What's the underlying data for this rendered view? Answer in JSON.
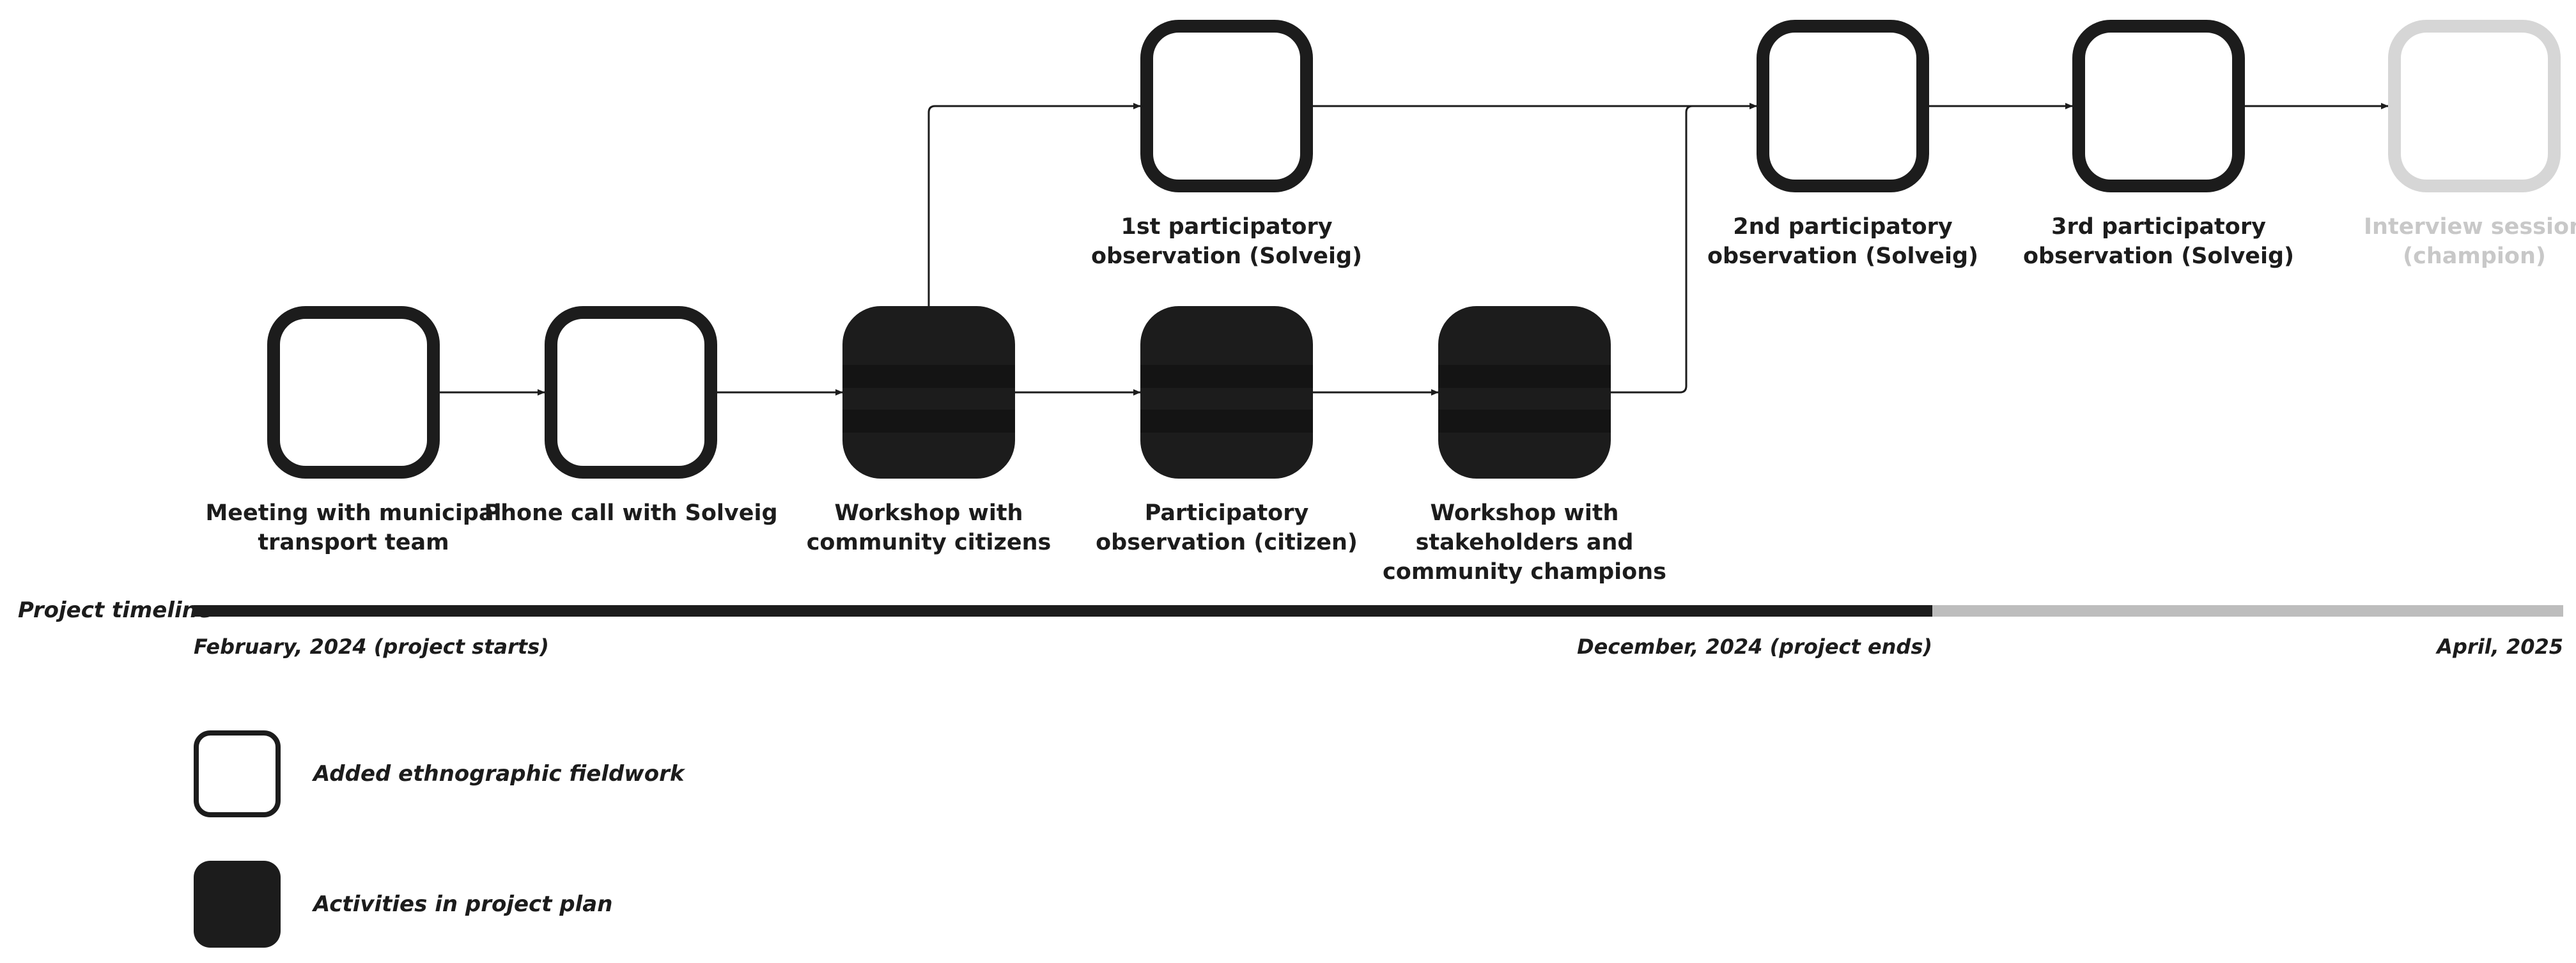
{
  "colors": {
    "activity": "#1c1c1c",
    "future": "#d6d6d6",
    "future_label": "#c8c8c8",
    "timeline_future": "#bdbdbd"
  },
  "nodes": [
    {
      "label": "Meeting with municipal\ntransport team",
      "kind": "added"
    },
    {
      "label": "Phone call with Solveig",
      "kind": "added"
    },
    {
      "label": "Workshop with\ncommunity citizens",
      "kind": "plan"
    },
    {
      "label": "Participatory\nobservation (citizen)",
      "kind": "plan"
    },
    {
      "label": "Workshop with\nstakeholders and\ncommunity champions",
      "kind": "plan"
    },
    {
      "label": "1st participatory\nobservation (Solveig)",
      "kind": "added"
    },
    {
      "label": "2nd participatory\nobservation (Solveig)",
      "kind": "added"
    },
    {
      "label": "3rd participatory\nobservation (Solveig)",
      "kind": "added"
    },
    {
      "label": "Interview session\n(champion)",
      "kind": "future"
    }
  ],
  "timeline": {
    "title": "Project timeline",
    "start_label": "February, 2024 (project starts)",
    "end_label": "December, 2024 (project ends)",
    "final_label": "April, 2025"
  },
  "legend": {
    "added_label": "Added ethnographic fieldwork",
    "plan_label": "Activities in project plan"
  }
}
